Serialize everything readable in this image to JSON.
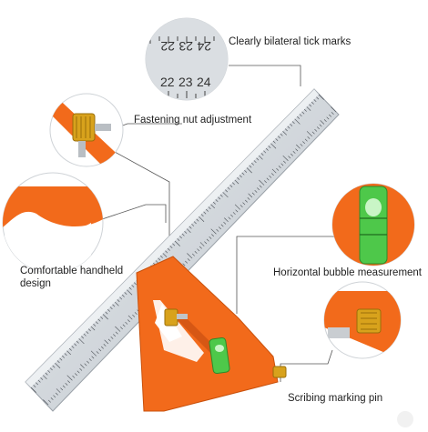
{
  "callouts": {
    "tick_marks": "Clearly bilateral tick marks",
    "fastening_nut": "Fastening nut adjustment",
    "handheld_line1": "Comfortable handheld",
    "handheld_line2": "design",
    "bubble": "Horizontal bubble measurement",
    "scribing_pin": "Scribing marking pin"
  },
  "ruler": {
    "zoom_numbers": [
      "22",
      "23",
      "24",
      "22",
      "23",
      "24"
    ]
  },
  "colors": {
    "orange": "#f26a1b",
    "steel": "#d9dde1",
    "brass": "#d8a21c",
    "bubble_green": "#4ec84a",
    "line": "#555555"
  }
}
